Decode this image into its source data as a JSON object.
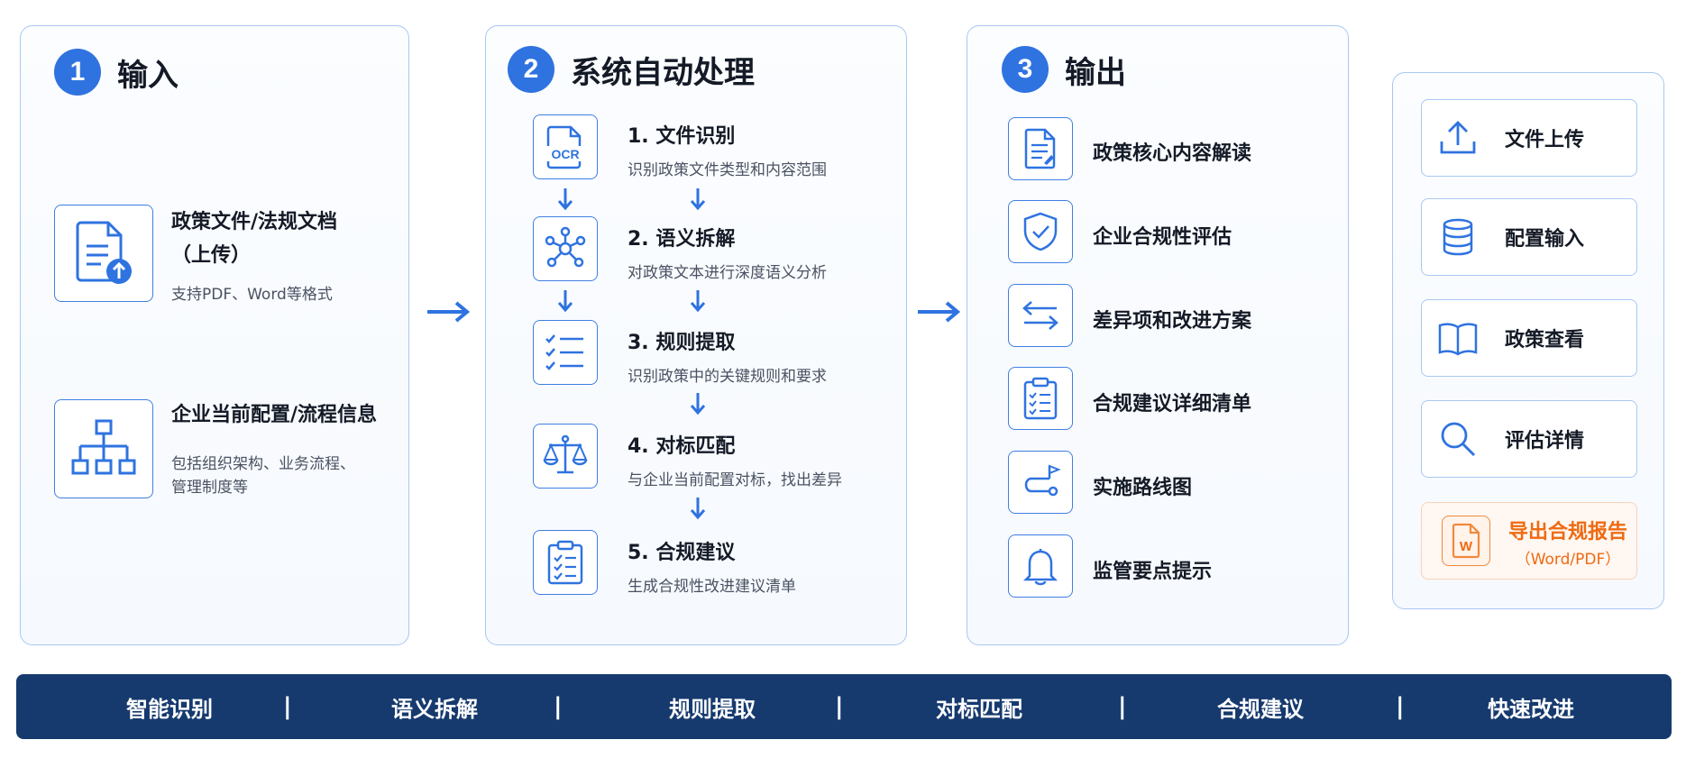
{
  "input": {
    "num": "1",
    "title": "输入",
    "items": [
      {
        "title_line1": "政策文件/法规文档",
        "title_line2": "（上传）",
        "desc": "支持PDF、Word等格式",
        "icon": "document-upload-icon"
      },
      {
        "title_line1": "企业当前配置/流程信息",
        "desc_line1": "包括组织架构、业务流程、",
        "desc_line2": "管理制度等",
        "icon": "org-chart-icon"
      }
    ]
  },
  "process": {
    "num": "2",
    "title": "系统自动处理",
    "steps": [
      {
        "title": "1. 文件识别",
        "desc": "识别政策文件类型和内容范围",
        "icon": "ocr-icon",
        "icon_text": "OCR"
      },
      {
        "title": "2. 语义拆解",
        "desc": "对政策文本进行深度语义分析",
        "icon": "network-icon"
      },
      {
        "title": "3. 规则提取",
        "desc": "识别政策中的关键规则和要求",
        "icon": "checklist-icon"
      },
      {
        "title": "4. 对标匹配",
        "desc": "与企业当前配置对标，找出差异",
        "icon": "scale-icon"
      },
      {
        "title": "5. 合规建议",
        "desc": "生成合规性改进建议清单",
        "icon": "clipboard-check-icon"
      }
    ]
  },
  "output": {
    "num": "3",
    "title": "输出",
    "items": [
      {
        "label": "政策核心内容解读",
        "icon": "document-icon"
      },
      {
        "label": "企业合规性评估",
        "icon": "shield-check-icon"
      },
      {
        "label": "差异项和改进方案",
        "icon": "swap-arrows-icon"
      },
      {
        "label": "合规建议详细清单",
        "icon": "clipboard-list-icon"
      },
      {
        "label": "实施路线图",
        "icon": "route-flag-icon"
      },
      {
        "label": "监管要点提示",
        "icon": "bell-icon"
      }
    ]
  },
  "sidebar": {
    "buttons": [
      {
        "label": "文件上传",
        "icon": "upload-icon"
      },
      {
        "label": "配置输入",
        "icon": "database-icon"
      },
      {
        "label": "政策查看",
        "icon": "book-icon"
      },
      {
        "label": "评估详情",
        "icon": "search-icon"
      }
    ],
    "export": {
      "label": "导出合规报告",
      "sublabel": "（Word/PDF）",
      "icon": "word-file-icon",
      "icon_text": "W"
    }
  },
  "bottom_bar": {
    "items": [
      "智能识别",
      "语义拆解",
      "规则提取",
      "对标匹配",
      "合规建议",
      "快速改进"
    ],
    "separator": "|"
  },
  "colors": {
    "accent": "#2f73e0",
    "panel_border": "#a9c8f2",
    "bar_bg": "#163a6e",
    "export_orange": "#ef6a12"
  }
}
